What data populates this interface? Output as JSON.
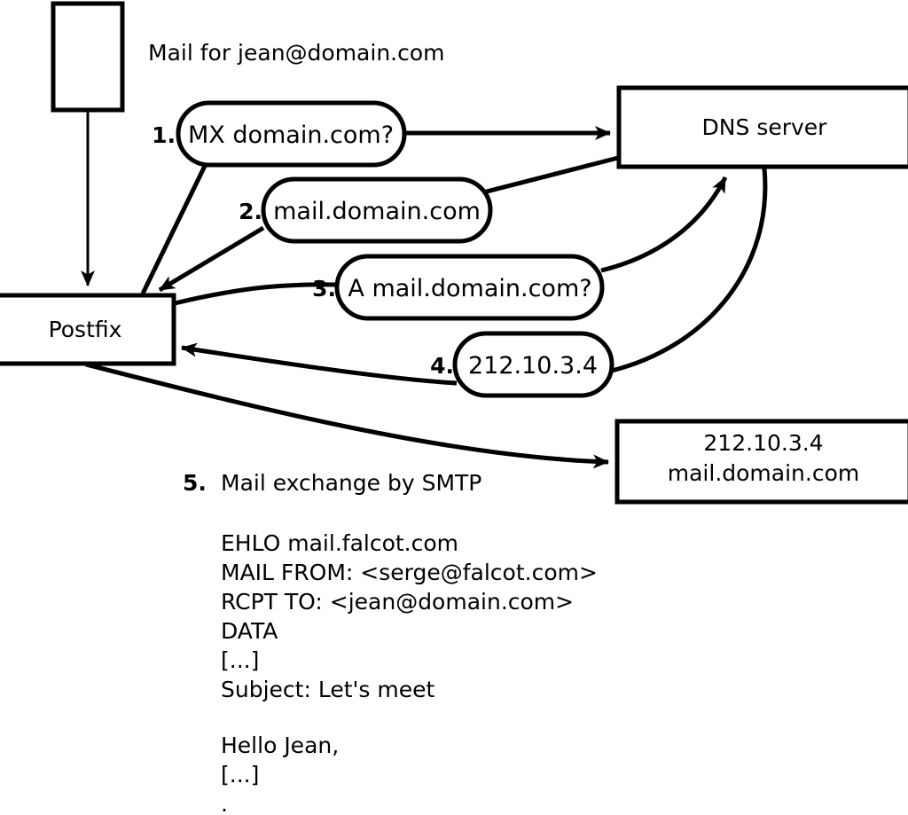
{
  "diagram": {
    "title_text": "Mail for jean@domain.com",
    "nodes": [
      {
        "id": "mua",
        "label": ""
      },
      {
        "id": "postfix",
        "label": "Postfix"
      },
      {
        "id": "dns",
        "label": "DNS server"
      },
      {
        "id": "mailserver",
        "label_line1": "212.10.3.4",
        "label_line2": "mail.domain.com"
      }
    ],
    "steps": [
      {
        "num": "1.",
        "label": "MX domain.com?"
      },
      {
        "num": "2.",
        "label": "mail.domain.com"
      },
      {
        "num": "3.",
        "label": "A mail.domain.com?"
      },
      {
        "num": "4.",
        "label": "212.10.3.4"
      }
    ],
    "step5": {
      "num": "5.",
      "label": "Mail exchange by SMTP"
    },
    "smtp_session": [
      "EHLO mail.falcot.com",
      "MAIL FROM: <serge@falcot.com>",
      "RCPT TO: <jean@domain.com>",
      "DATA",
      "[...]",
      "Subject: Let's meet",
      "",
      "Hello Jean,",
      "[...]",
      "."
    ],
    "colors": {
      "stroke": "#000000",
      "fill": "#ffffff"
    }
  }
}
